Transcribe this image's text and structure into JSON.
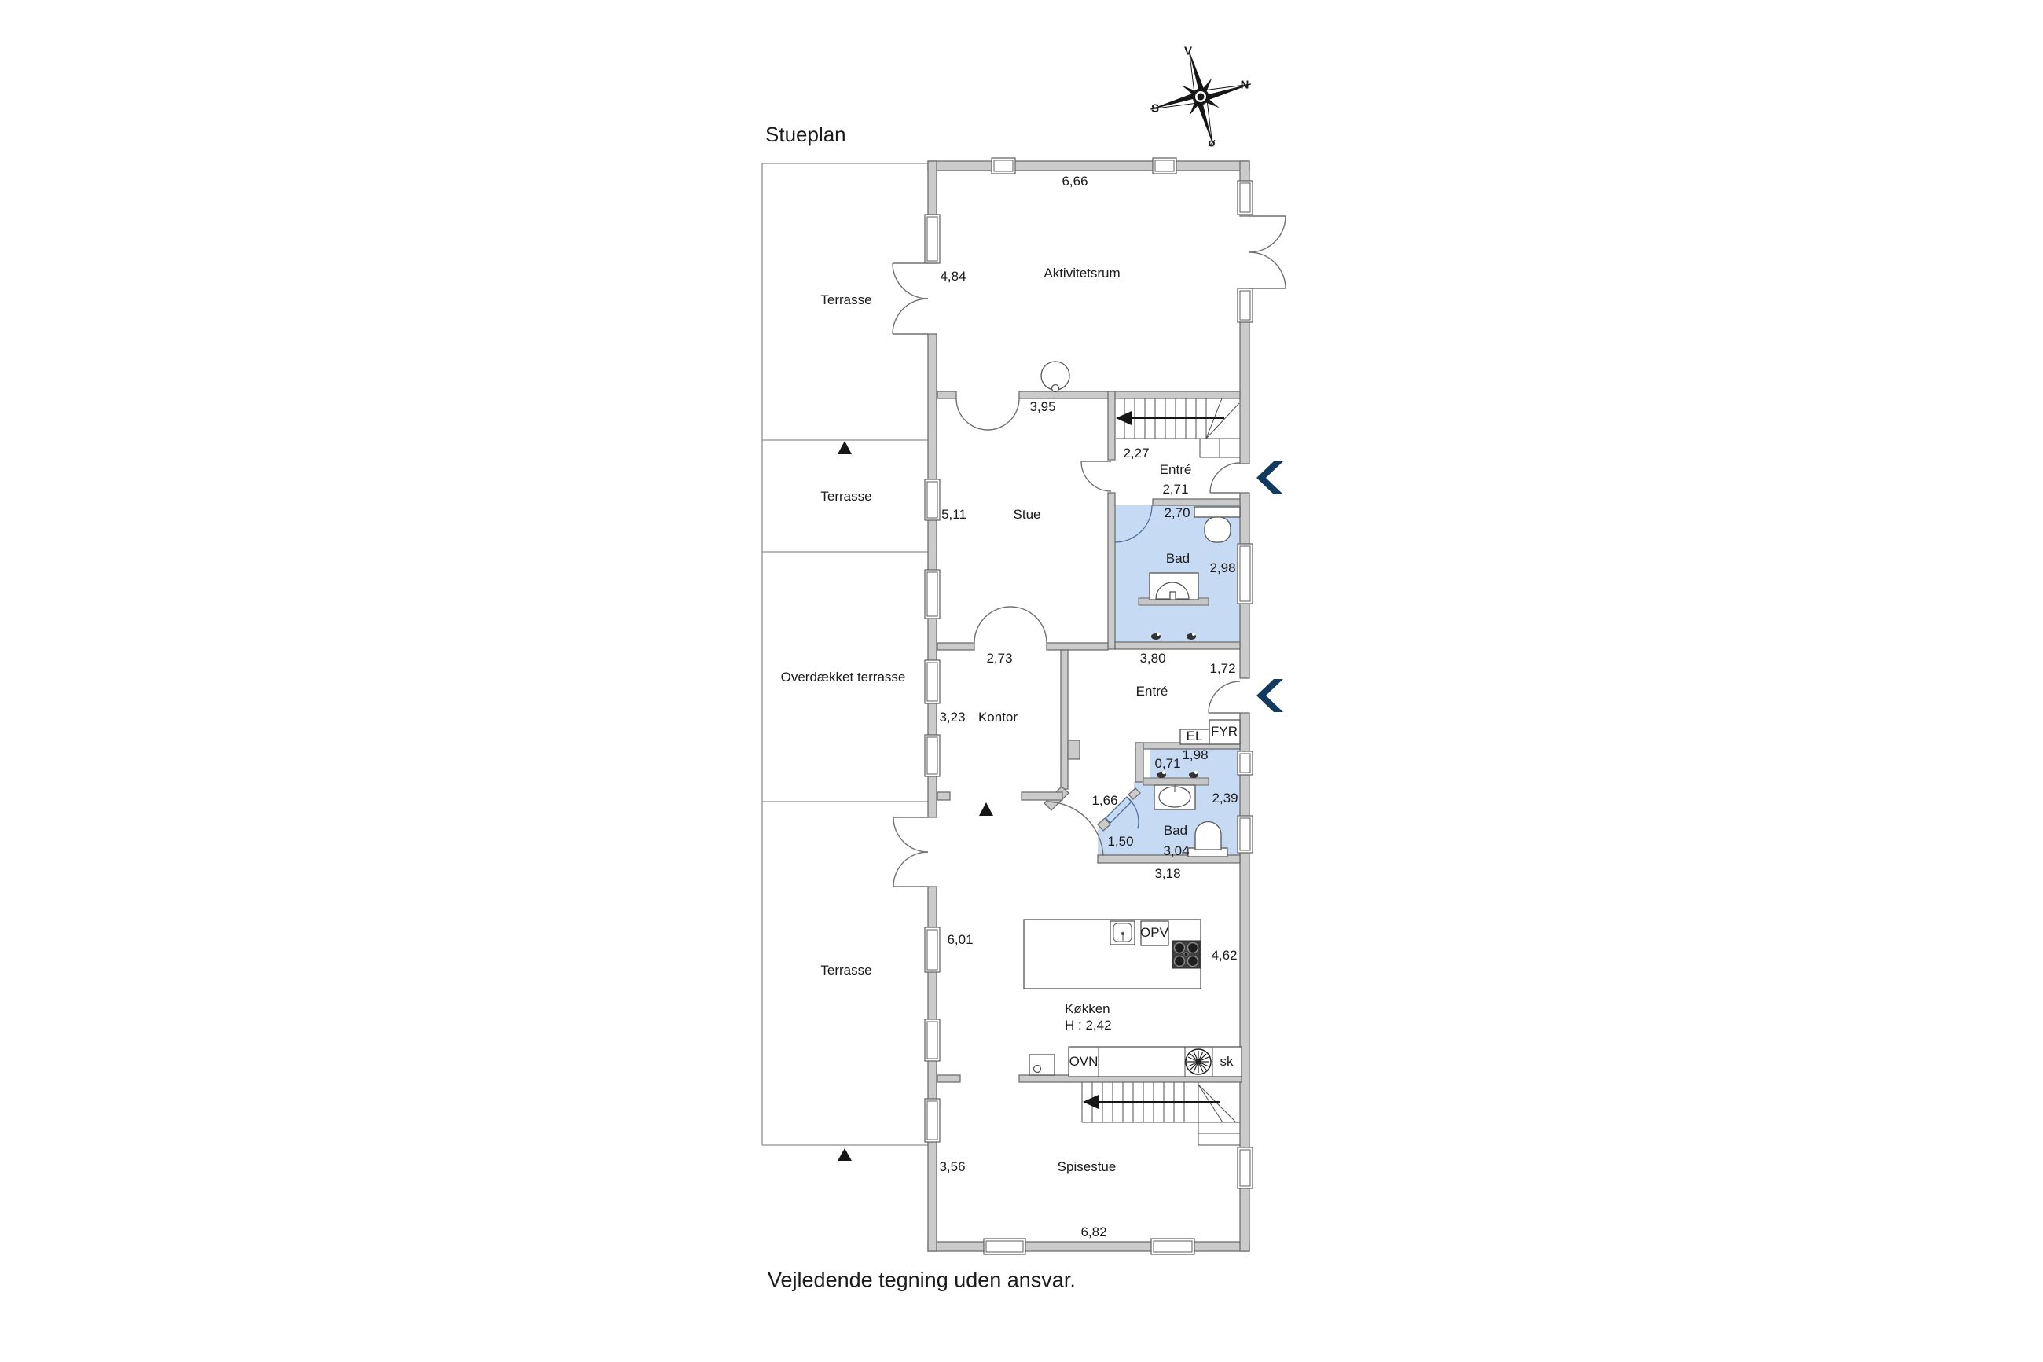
{
  "title": "Stueplan",
  "disclaimer": "Vejledende tegning uden ansvar.",
  "compass": {
    "top": "V",
    "right": "N",
    "left": "S",
    "bottom": "ø"
  },
  "terraces": {
    "top": {
      "name": "Terrasse"
    },
    "middle": {
      "name": "Terrasse"
    },
    "covered": {
      "name": "Overdækket terrasse"
    },
    "bottom": {
      "name": "Terrasse",
      "height_dim": "6,01"
    }
  },
  "aktivitetsrum": {
    "name": "Aktivitetsrum",
    "width_dim": "6,66",
    "height_dim": "4,84"
  },
  "stue": {
    "name": "Stue",
    "height_dim": "5,11",
    "top_width_dim": "3,95"
  },
  "entre_upper": {
    "name": "Entré",
    "width_dim": "2,71",
    "stair_dim": "2,27"
  },
  "bad_upper": {
    "name": "Bad",
    "width_dim": "2,70",
    "height_dim": "2,98"
  },
  "kontor": {
    "name": "Kontor",
    "width_dim": "2,73",
    "height_dim": "3,23"
  },
  "entre_lower": {
    "name": "Entré",
    "width_dim": "3,80",
    "entry_dim": "1,72"
  },
  "utility": {
    "el": "EL",
    "fyr": "FYR"
  },
  "bad_lower": {
    "name": "Bad",
    "dim_top": "1,98",
    "dim_niche": "0,71",
    "dim_left": "1,66",
    "dim_right": "2,39",
    "dim_door": "1,50",
    "dim_width": "3,04",
    "dim_below": "3,18"
  },
  "koekken": {
    "name": "Køkken",
    "ceiling_height": "H : 2,42",
    "opv": "OPV",
    "ovn": "OVN",
    "sk": "sk",
    "height_dim": "4,62"
  },
  "spisestue": {
    "name": "Spisestue",
    "height_dim": "3,56",
    "width_dim": "6,82"
  },
  "colors": {
    "bath_fill": "#c7daf4",
    "wall_fill": "#cbcbcb",
    "accent_navy": "#12395e"
  }
}
